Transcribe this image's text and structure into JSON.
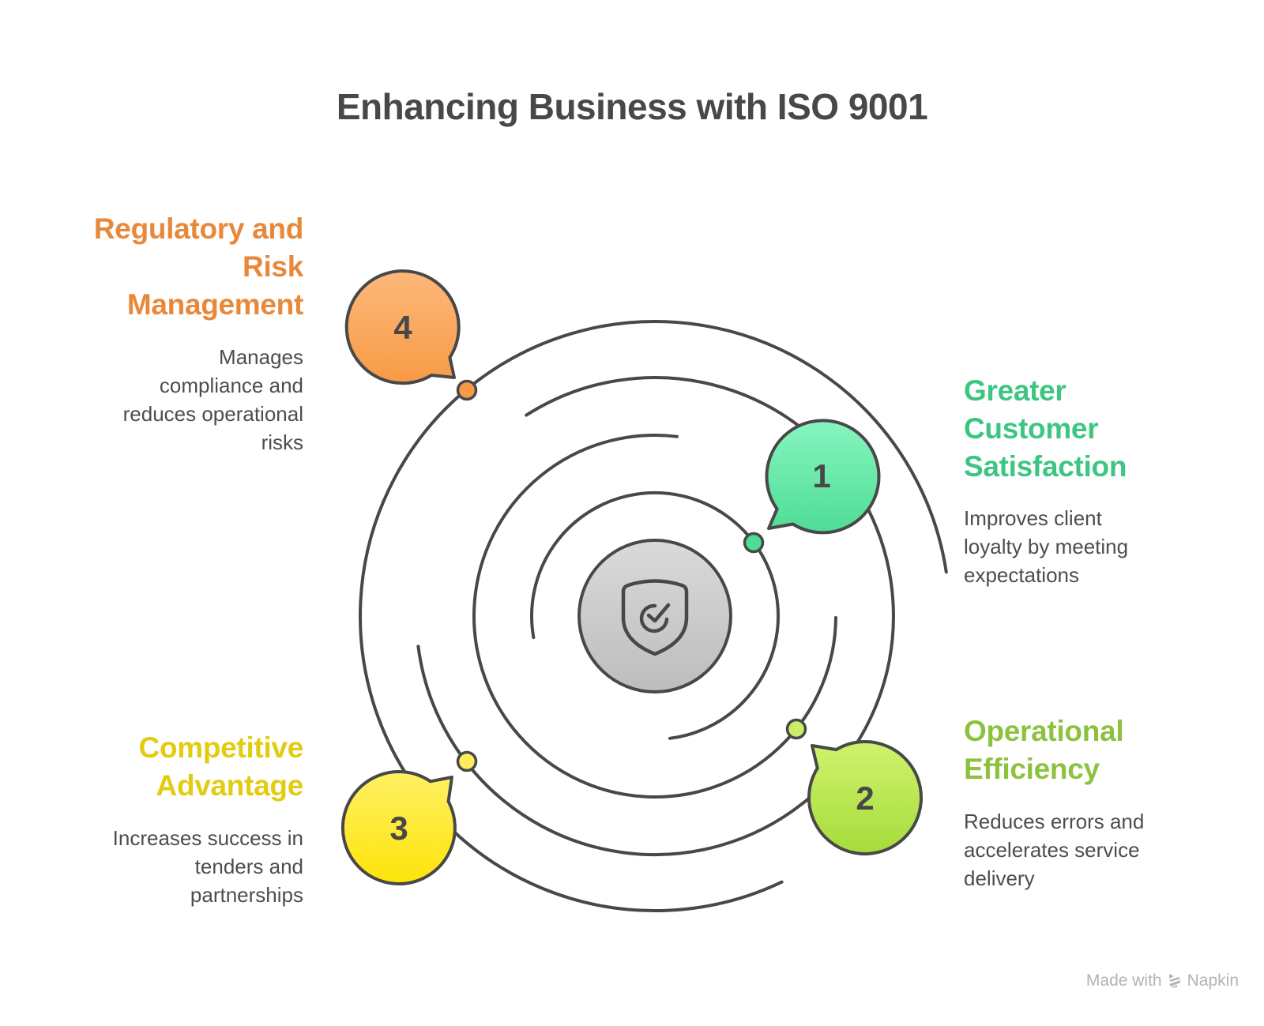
{
  "title": "Enhancing Business with ISO 9001",
  "center": {
    "icon": "shield-check-icon"
  },
  "items": [
    {
      "number": "1",
      "heading": [
        "Greater",
        "Customer",
        "Satisfaction"
      ],
      "description": [
        "Improves client",
        "loyalty by meeting",
        "expectations"
      ],
      "color": "#3cc682",
      "badge_gradient": [
        "#86f5bf",
        "#4fdc96"
      ]
    },
    {
      "number": "2",
      "heading": [
        "Operational",
        "Efficiency"
      ],
      "description": [
        "Reduces errors and",
        "accelerates service",
        "delivery"
      ],
      "color": "#8dc23f",
      "badge_gradient": [
        "#cff26e",
        "#a6dc3a"
      ]
    },
    {
      "number": "3",
      "heading": [
        "Competitive",
        "Advantage"
      ],
      "description": [
        "Increases success in",
        "tenders and",
        "partnerships"
      ],
      "color": "#e2cc12",
      "badge_gradient": [
        "#fff064",
        "#fde40a"
      ]
    },
    {
      "number": "4",
      "heading": [
        "Regulatory and",
        "Risk",
        "Management"
      ],
      "description": [
        "Manages",
        "compliance and",
        "reduces operational",
        "risks"
      ],
      "color": "#e8883a",
      "badge_gradient": [
        "#fdb87a",
        "#f79a45"
      ]
    }
  ],
  "footer": {
    "prefix": "Made with",
    "brand": "Napkin",
    "icon": "napkin-logo-icon"
  }
}
